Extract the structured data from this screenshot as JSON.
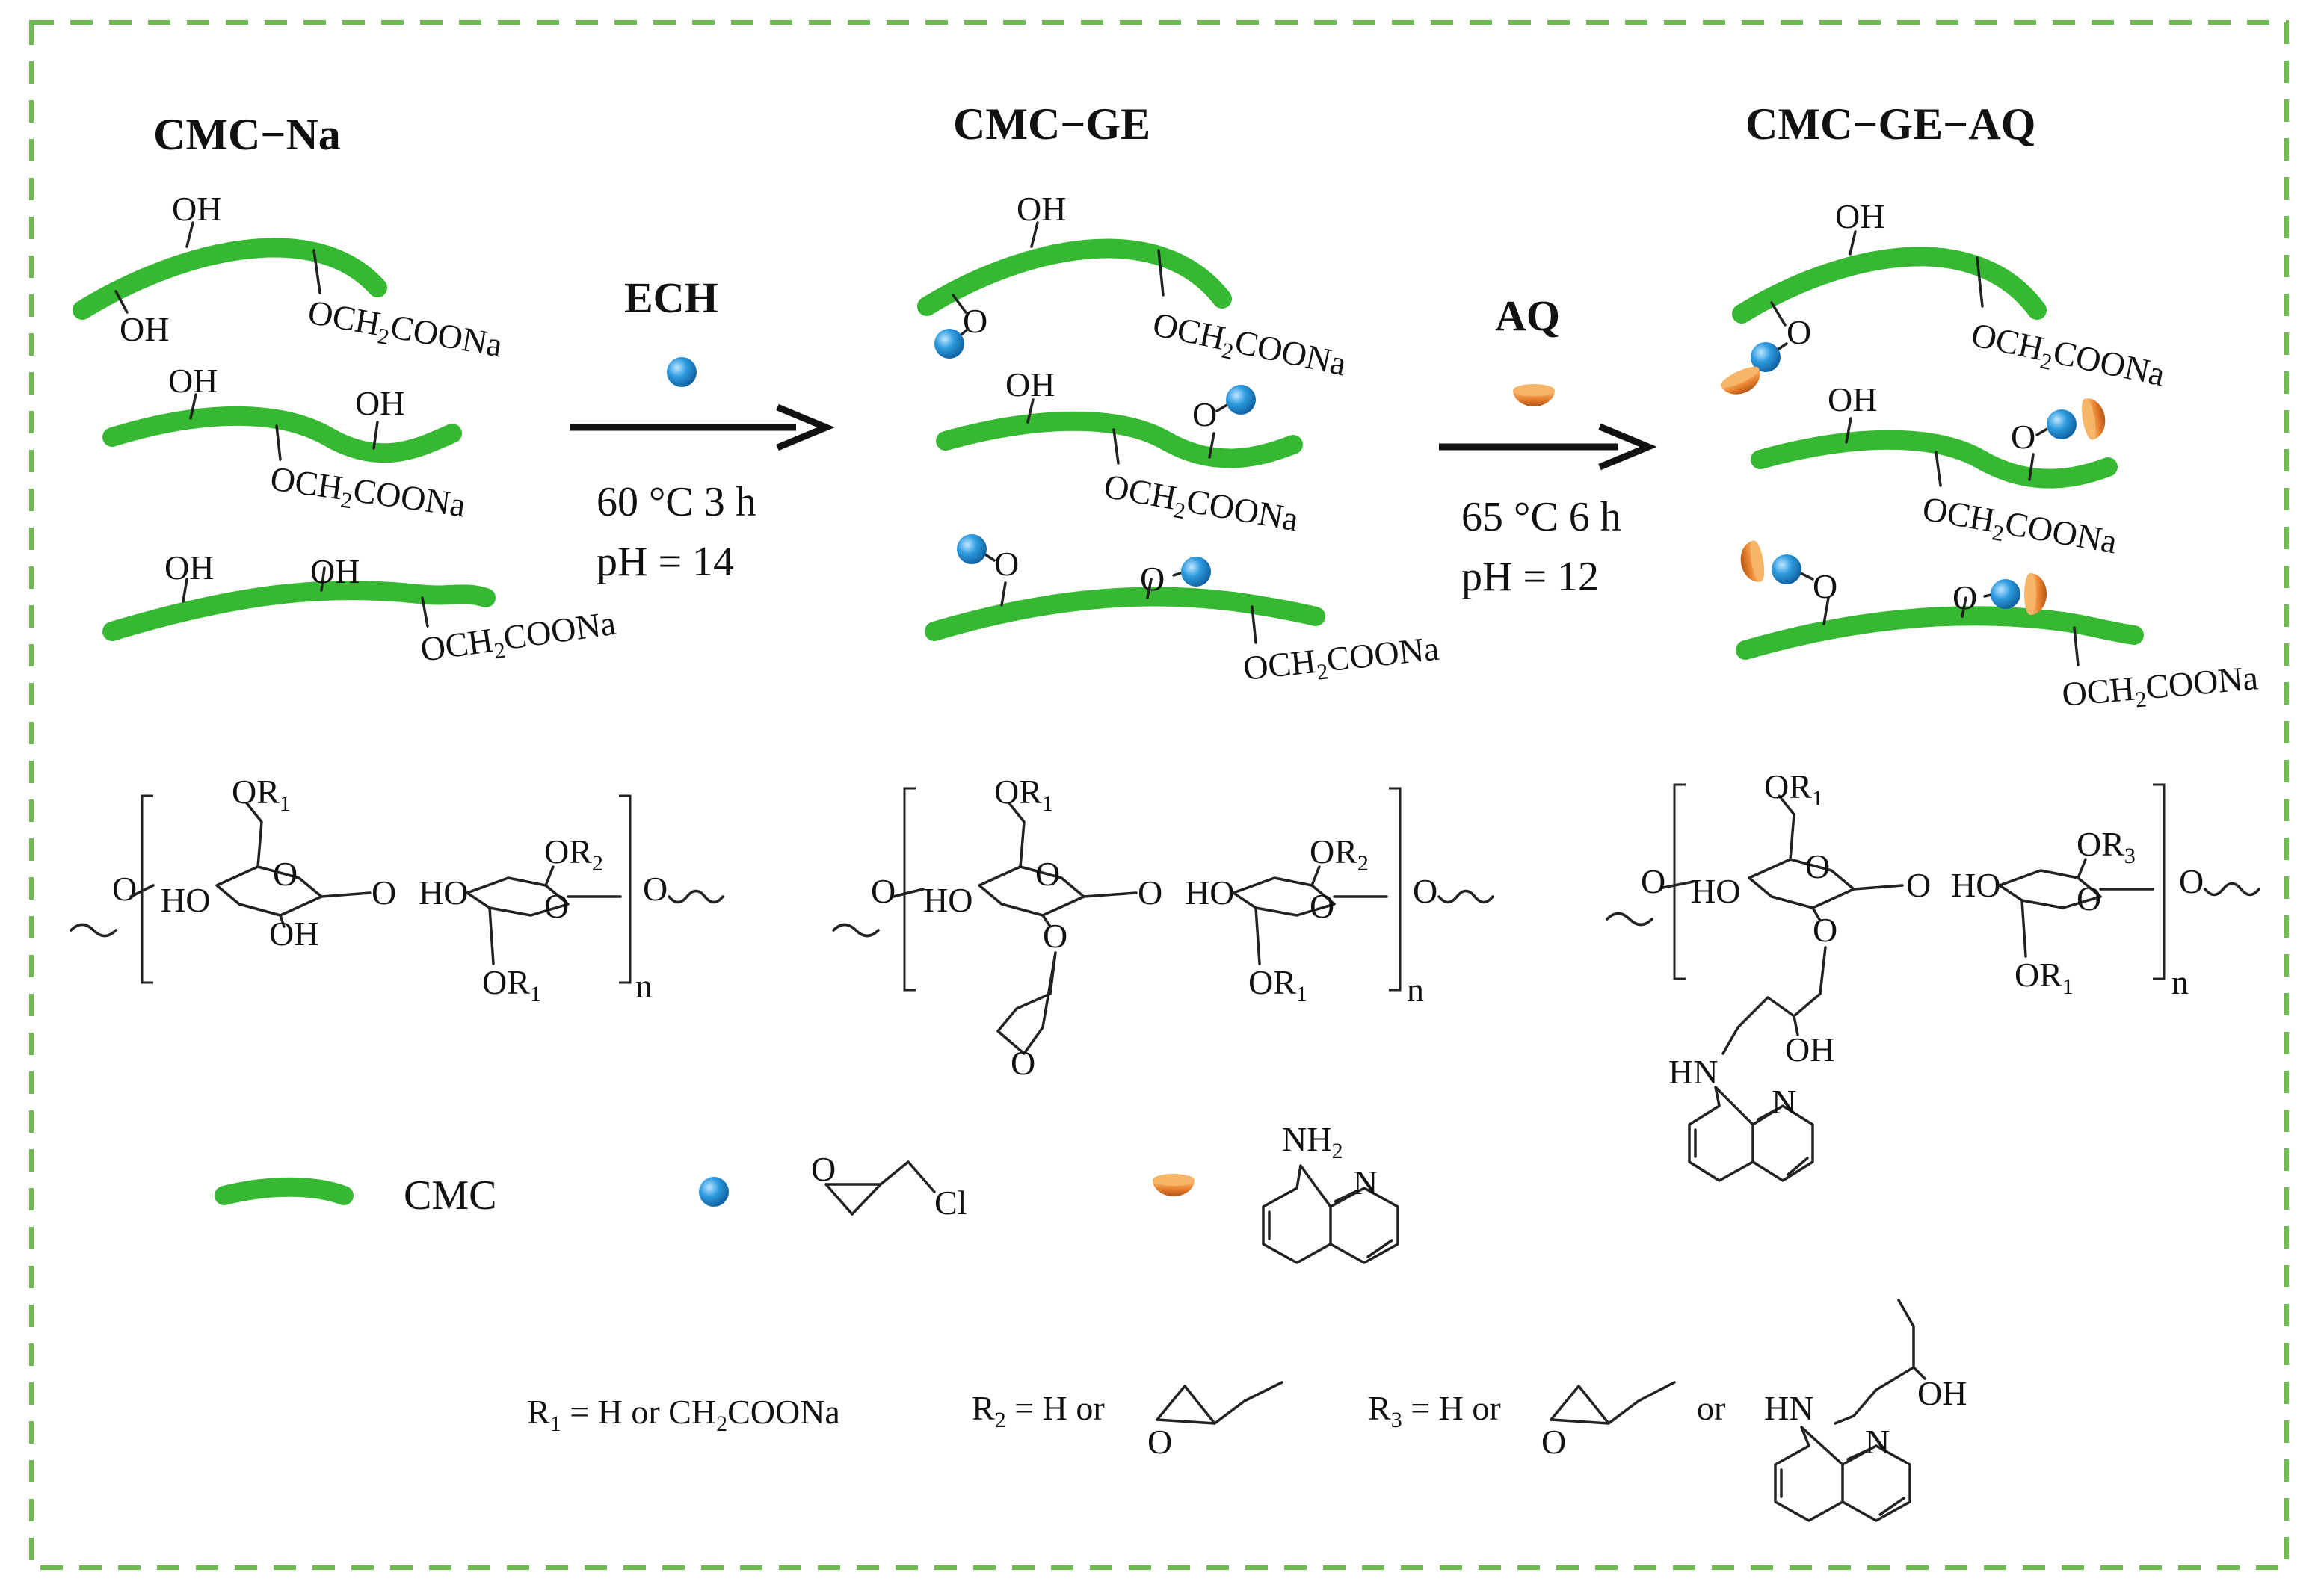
{
  "products": {
    "cmc_na": "CMC−Na",
    "cmc_ge": "CMC−GE",
    "cmc_ge_aq": "CMC−GE−AQ"
  },
  "step1": {
    "reagent": "ECH",
    "conditions": "60 °C 3 h",
    "ph": "pH = 14"
  },
  "step2": {
    "reagent": "AQ",
    "conditions": "65 °C 6 h",
    "ph": "pH = 12"
  },
  "groups": {
    "oh": "OH",
    "o": "O",
    "ho": "HO",
    "hn": "HN",
    "n": "N",
    "nh2": "NH",
    "ch2coona": [
      "OCH",
      "2",
      "COONa"
    ],
    "or1": [
      "OR",
      "1"
    ],
    "or2": [
      "OR",
      "2"
    ],
    "or3": [
      "OR",
      "3"
    ],
    "repeat_n": "n",
    "cl": "Cl"
  },
  "legend": {
    "cmc": "CMC"
  },
  "definitions": {
    "r1": [
      "R",
      "1",
      " = H or CH",
      "2",
      "COONa"
    ],
    "r2": [
      "R",
      "2",
      " = H or"
    ],
    "r3": [
      "R",
      "3",
      " = H or"
    ],
    "or_word": "or"
  },
  "colors": {
    "chain": "#36b833",
    "ech_sphere": "#2e9be0",
    "aq_cap": "#e8802c",
    "frame": "#6dbb4e"
  }
}
